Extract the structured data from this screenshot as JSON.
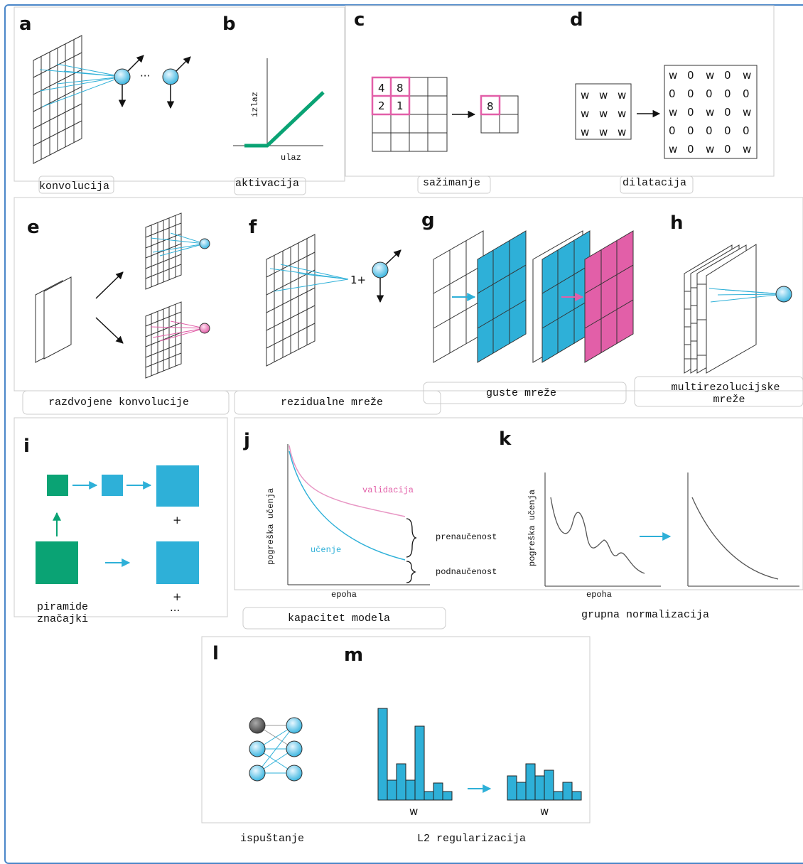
{
  "panels": {
    "a": {
      "letter": "a",
      "caption": "konvolucija"
    },
    "b": {
      "letter": "b",
      "caption": "aktivacija",
      "ylabel": "izlaz",
      "xlabel": "ulaz"
    },
    "c": {
      "letter": "c",
      "caption": "sažimanje",
      "cells": [
        "4",
        "8",
        "2",
        "1"
      ],
      "out": "8"
    },
    "d": {
      "letter": "d",
      "caption": "dilatacija",
      "w": "w",
      "zero": "0"
    },
    "e": {
      "letter": "e",
      "caption": "razdvojene konvolucije"
    },
    "f": {
      "letter": "f",
      "caption": "rezidualne mreže",
      "plus": "1+"
    },
    "g": {
      "letter": "g",
      "caption": "guste mreže"
    },
    "h": {
      "letter": "h",
      "caption_line1": "multirezolucijske",
      "caption_line2": "mreže"
    },
    "i": {
      "letter": "i",
      "caption_line1": "piramide",
      "caption_line2": "značajki",
      "plus": "+",
      "dots": "..."
    },
    "j": {
      "letter": "j",
      "caption": "kapacitet modela",
      "ylabel": "pogreška učenja",
      "xlabel": "epoha",
      "validation": "validacija",
      "training": "učenje",
      "overfit": "prenaučenost",
      "underfit": "podnaučenost"
    },
    "k": {
      "letter": "k",
      "caption": "grupna normalizacija",
      "ylabel": "pogreška učenja",
      "xlabel": "epoha"
    },
    "l": {
      "letter": "l",
      "caption": "ispuštanje"
    },
    "m": {
      "letter": "m",
      "caption": "L2 regularizacija",
      "w": "w"
    }
  },
  "colors": {
    "blue": "#2eb0d8",
    "green": "#0aa374",
    "pink": "#e25fa8",
    "dark": "#111111"
  }
}
